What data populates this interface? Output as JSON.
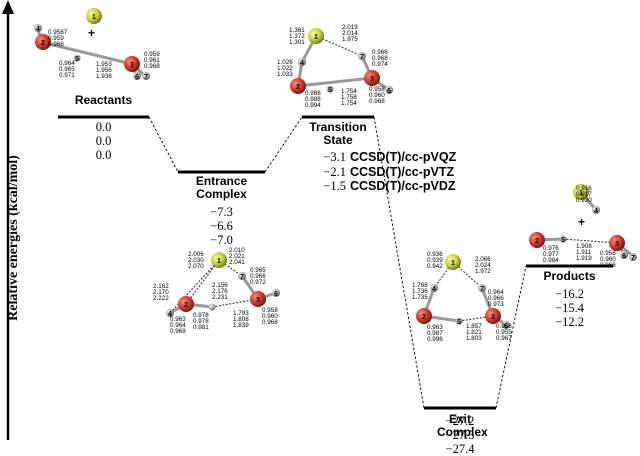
{
  "axis": {
    "ylabel": "Relative energies (kcal/mol)"
  },
  "methods": [
    "CCSD(T)/cc-pVQZ",
    "CCSD(T)/cc-pVTZ",
    "CCSD(T)/cc-pVDZ"
  ],
  "legend_values": [
    "−3.1",
    "−2.1",
    "−1.5"
  ],
  "colors": {
    "oxygen": "#d23a2a",
    "hydrogen": "#c7d23a",
    "light_atom": "#b0b0b0",
    "level_line": "#000000"
  },
  "states": {
    "reactants": {
      "name": "Reactants",
      "energies": [
        "0.0",
        "0.0",
        "0.0"
      ]
    },
    "entrance": {
      "name": "Entrance Complex",
      "energies": [
        "−7.3",
        "−6.6",
        "−7.0"
      ]
    },
    "transition": {
      "name": "Transition State",
      "energies": [
        "−3.1",
        "−2.1",
        "−1.5"
      ]
    },
    "exit": {
      "name": "Exit Complex",
      "energies": [
        "−27.2",
        "−27.5",
        "−27.4"
      ]
    },
    "products": {
      "name": "Products",
      "energies": [
        "−16.2",
        "−15.4",
        "−12.2"
      ]
    }
  },
  "molecules": {
    "reactants": {
      "atom_labels": [
        "1",
        "2",
        "3",
        "4",
        "5",
        "6",
        "7"
      ],
      "plus": "+",
      "distances": [
        "0.9587",
        "0.959",
        "0.966",
        "0.964",
        "0.965",
        "0.971",
        "1.953",
        "1.956",
        "1.938",
        "0.959",
        "0.961",
        "0.968"
      ]
    },
    "entrance": {
      "atom_labels": [
        "1",
        "2",
        "3",
        "4",
        "6",
        "7"
      ],
      "distances": [
        "2.006",
        "2.030",
        "2.070",
        "2.010",
        "2.021",
        "2.041",
        "0.965",
        "0.966",
        "0.972",
        "2.162",
        "2.170",
        "2.222",
        "2.156",
        "2.176",
        "2.231",
        "0.963",
        "0.964",
        "0.969",
        "0.978",
        "0.978",
        "0.981",
        "1.793",
        "1.808",
        "1.839",
        "0.958",
        "0.960",
        "0.968"
      ]
    },
    "transition": {
      "atom_labels": [
        "1",
        "2",
        "3",
        "4",
        "5",
        "6",
        "7"
      ],
      "distances": [
        "1.361",
        "1.372",
        "1.301",
        "2.019",
        "2.014",
        "1.975",
        "1.026",
        "1.022",
        "1.033",
        "0.966",
        "0.968",
        "0.974",
        "0.988",
        "0.988",
        "0.994",
        "1.754",
        "1.758",
        "1.754",
        "0.958",
        "0.960",
        "0.968"
      ]
    },
    "exit": {
      "atom_labels": [
        "1",
        "2",
        "3",
        "4",
        "5",
        "6",
        "7"
      ],
      "distances": [
        "0.936",
        "0.939",
        "0.942",
        "2.066",
        "2.024",
        "1.972",
        "1.768",
        "1.736",
        "1.735",
        "0.964",
        "0.966",
        "0.973",
        "0.963",
        "0.987",
        "0.996",
        "1.857",
        "1.821",
        "1.803",
        "0.958",
        "0.955",
        "0.967"
      ]
    },
    "products": {
      "atom_labels": [
        "1",
        "2",
        "3",
        "4",
        "5",
        "6",
        "7"
      ],
      "plus": "+",
      "distances": [
        "0.916",
        "0.917",
        "0.920",
        "0.976",
        "0.977",
        "0.984",
        "1.908",
        "1.911",
        "1.919",
        "0.958",
        "0.960",
        "0.966"
      ]
    }
  }
}
